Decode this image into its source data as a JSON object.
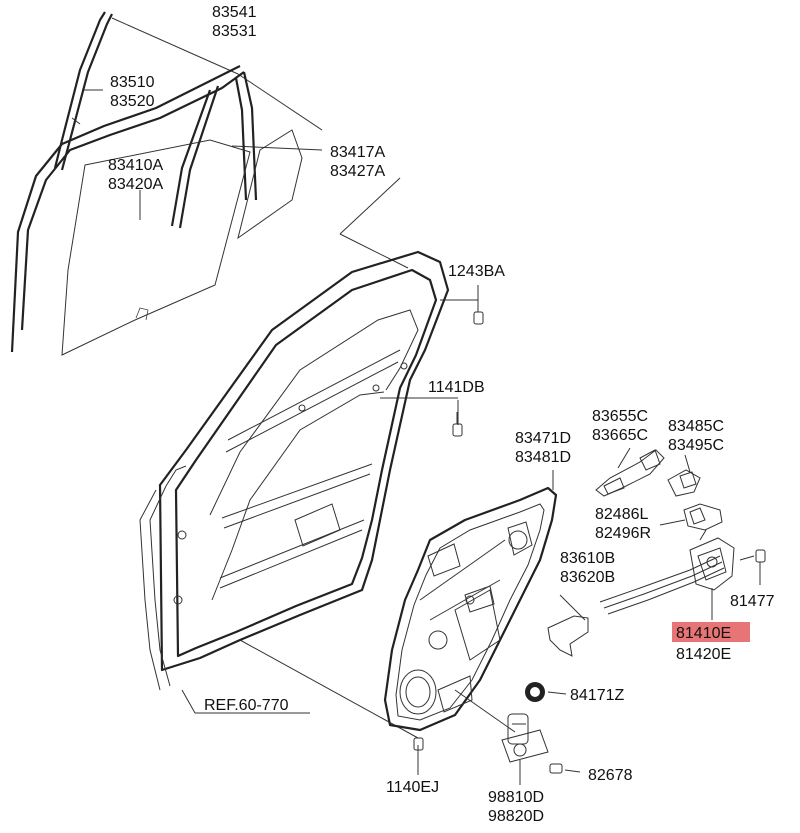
{
  "labels": {
    "run_upper": "83541",
    "run_lower": "83531",
    "channel_upper": "83510",
    "channel_lower": "83520",
    "glass_upper": "83410A",
    "glass_lower": "83420A",
    "qglass_upper": "83417A",
    "qglass_lower": "83427A",
    "bolt_1": "1243BA",
    "bolt_2": "1141DB",
    "module_upper": "83471D",
    "module_lower": "83481D",
    "handle_upper": "83655C",
    "handle_lower": "83665C",
    "rod_upper": "83485C",
    "rod_lower": "83495C",
    "actuator_upper": "82486L",
    "actuator_lower": "82496R",
    "cable_upper": "83610B",
    "cable_lower": "83620B",
    "screw_1": "81477",
    "latch_upper": "81410E",
    "latch_lower": "81420E",
    "ref": "REF.60-770",
    "grommet": "84171Z",
    "bolt_3": "82678",
    "bolt_4": "1140EJ",
    "motor_upper": "98810D",
    "motor_lower": "98820D"
  },
  "colors": {
    "line": "#333333",
    "highlight": "#e87575",
    "background": "#ffffff"
  }
}
